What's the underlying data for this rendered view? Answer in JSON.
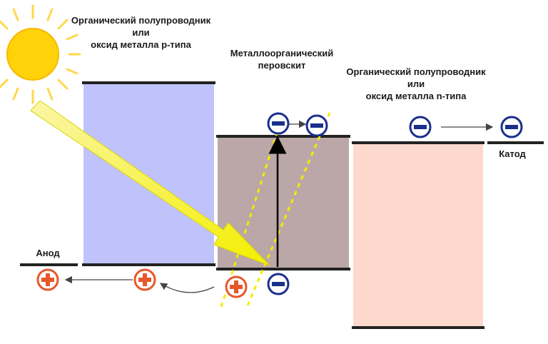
{
  "labels": {
    "p_layer": "Органический полупроводник\nили\nоксид металла p-типа",
    "perovskite": "Металлоорганический\nперовскит",
    "n_layer": "Органический полупроводник\nили\nоксид металла n-типа",
    "anode": "Анод",
    "cathode": "Катод"
  },
  "charges": {
    "negative_symbol": "−",
    "positive_symbol": "+"
  },
  "colors": {
    "p_layer": "#c0c3fb",
    "perovskite": "#bba7a7",
    "n_layer": "#fdd8cc",
    "negative": "#1a2f8c",
    "positive": "#e8572a",
    "sun": "#ffd000",
    "light_beam": "#f6f200"
  }
}
